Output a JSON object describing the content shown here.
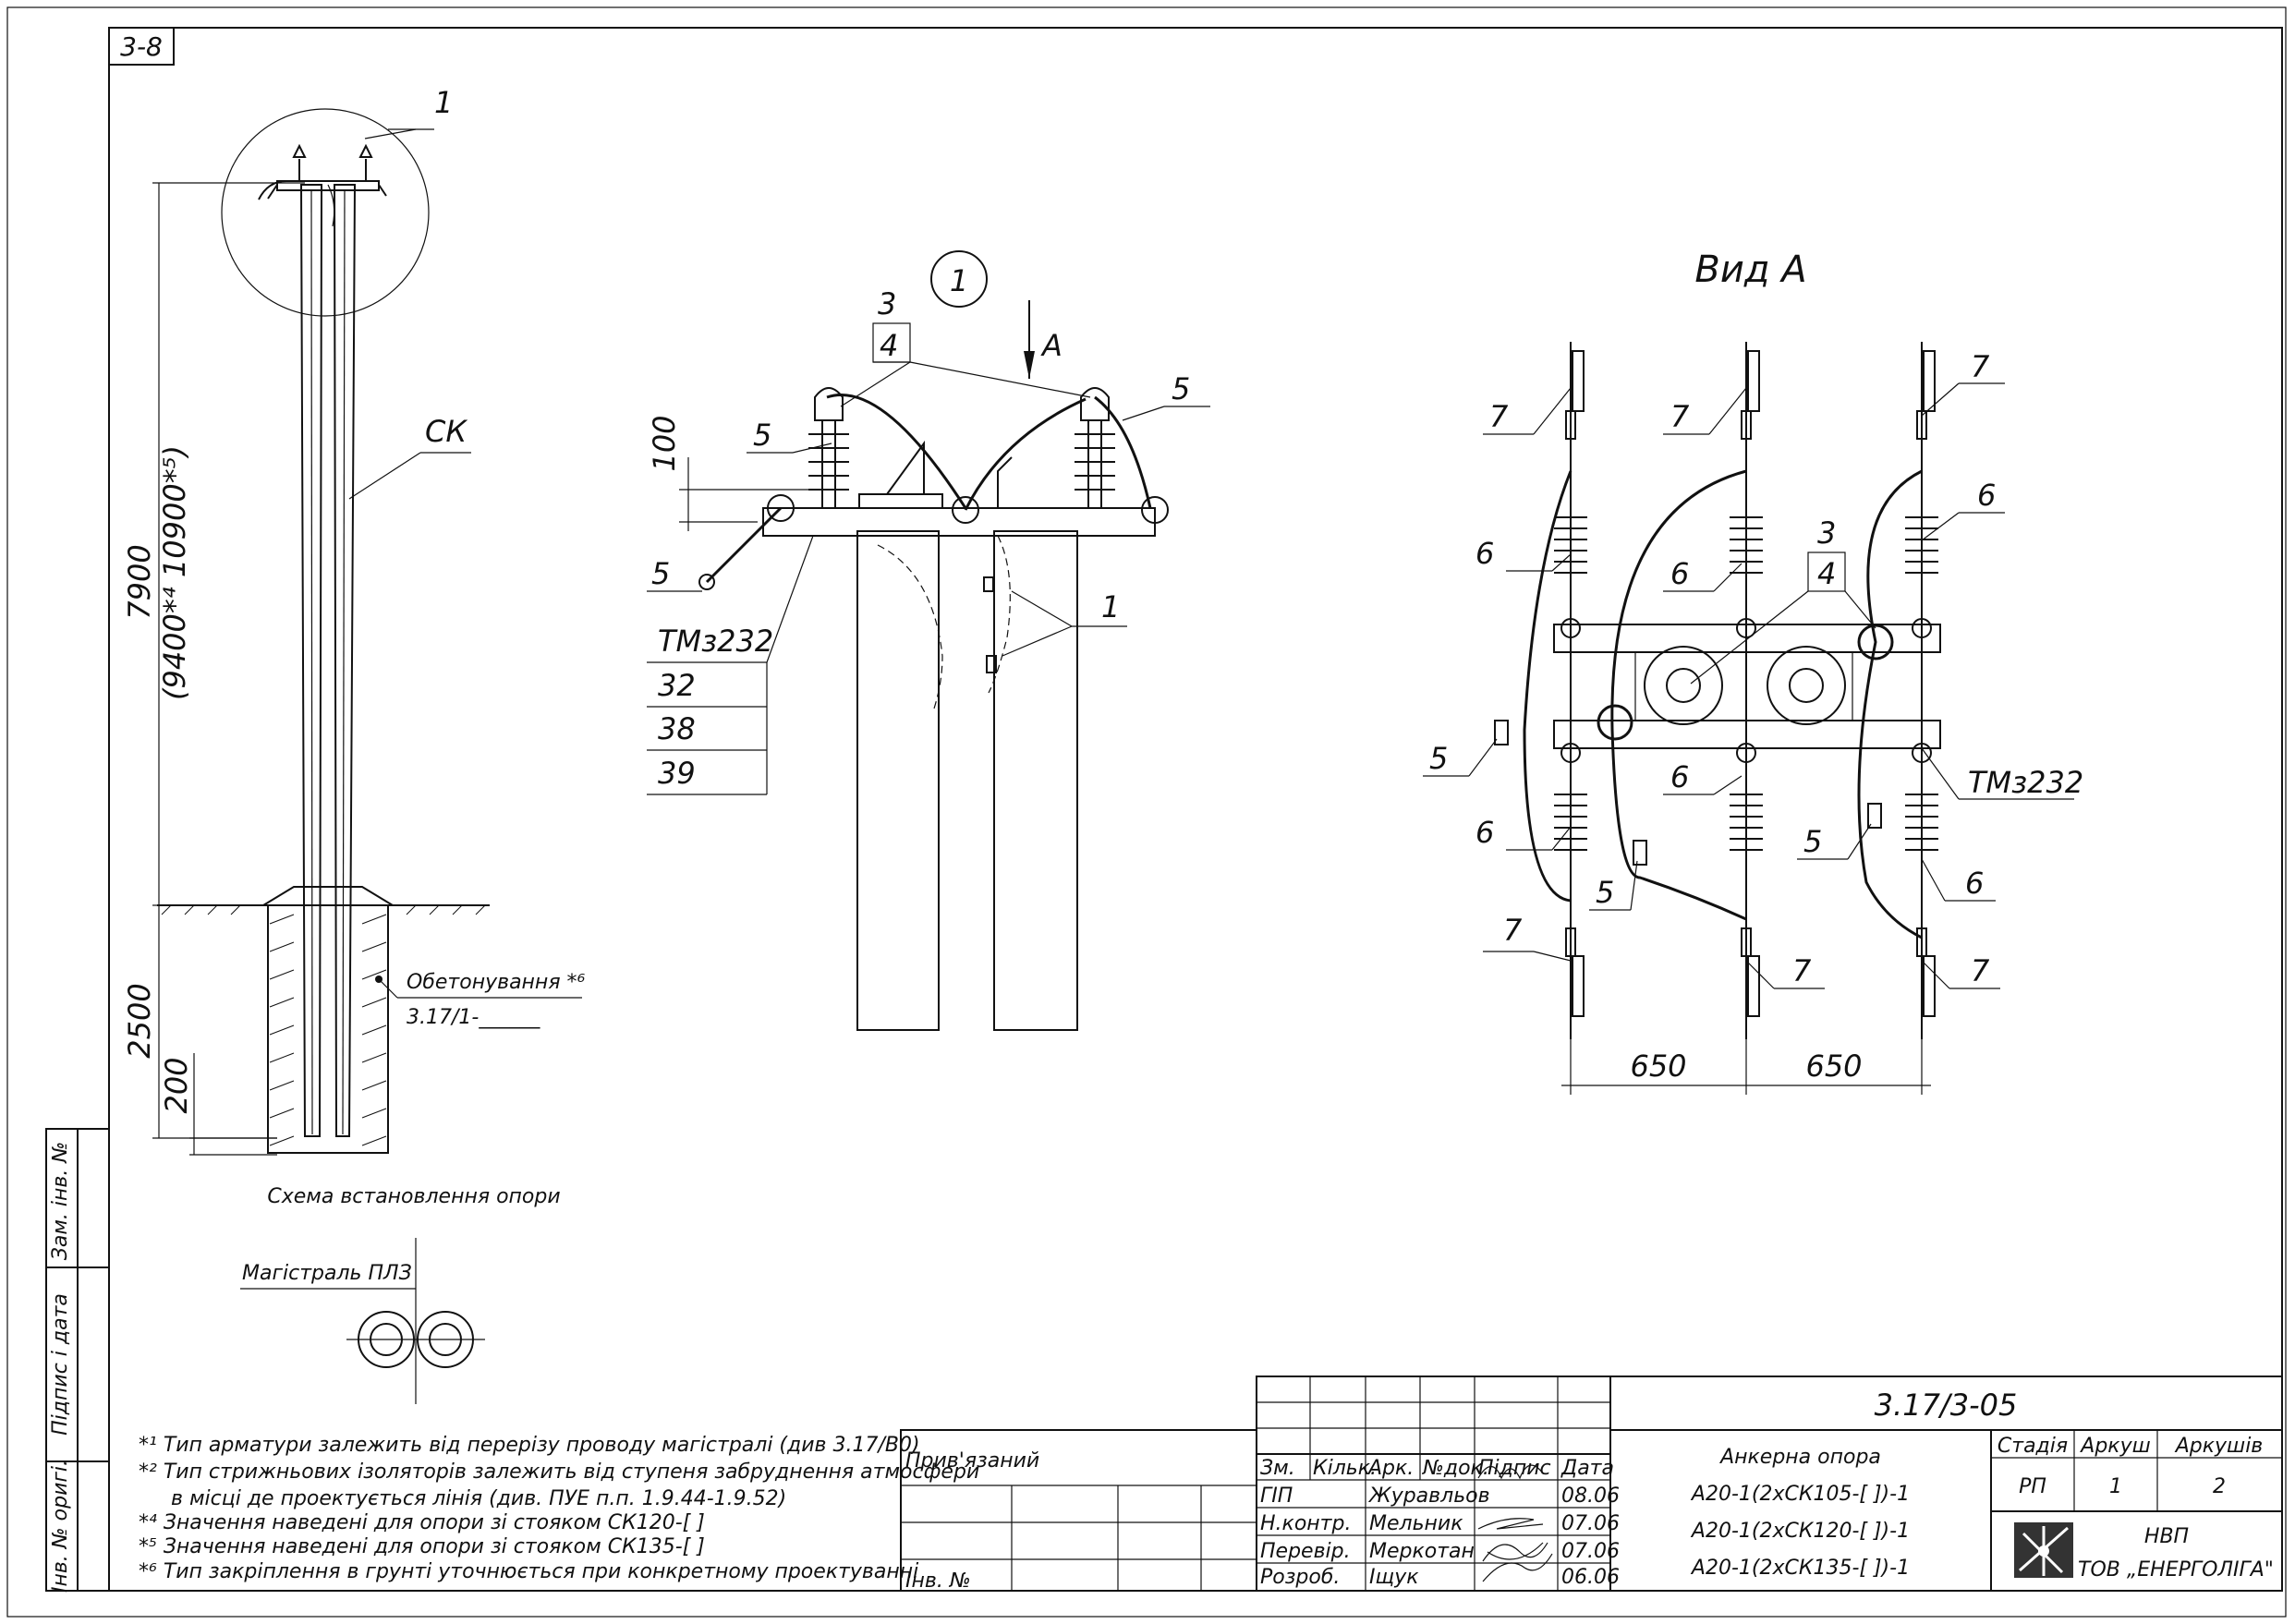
{
  "sheet_tag": "3-8",
  "left_view": {
    "caption": "Схема встановлення опори",
    "callout": "1",
    "pole_label": "СК",
    "dim_height": "7900",
    "dim_height_alt": "(9400*⁴  10900*⁵)",
    "dim_embed": "2500",
    "dim_base": "200",
    "concrete_label": "Обетонування *⁶",
    "concrete_ref": "3.17/1-______"
  },
  "detail_view": {
    "callout": "1",
    "arrow_label": "A",
    "labels": [
      "3",
      "4",
      "5",
      "5",
      "5",
      "1"
    ],
    "dim": "100",
    "legend": [
      "ТМз232",
      "32",
      "38",
      "39"
    ]
  },
  "view_a": {
    "title": "Вид А",
    "labels": {
      "l7": "7",
      "l6": "6",
      "l5": "5",
      "l3": "3",
      "l4": "4",
      "tm": "ТМз232"
    },
    "dim_left": "650",
    "dim_right": "650"
  },
  "trunk": {
    "label": "Магістраль ПЛЗ"
  },
  "notes": [
    "*¹ Тип арматури залежить від перерізу проводу магістралі (див 3.17/В0)",
    "*² Тип стрижньових ізоляторів залежить від ступеня забруднення атмосфери",
    "в місці де проектується лінія (див. ПУЕ п.п. 1.9.44-1.9.52)",
    "*⁴ Значення наведені для опори зі стояком СК120-[  ]",
    "*⁵ Значення наведені для опори зі стояком СК135-[  ]",
    "*⁶ Тип закріплення в грунті уточнюється при конкретному проектуванні"
  ],
  "side_stamp": {
    "inv_orig": "Інв. № оригі.",
    "sign_date": "Підпис і дата",
    "replace_inv": "Зам. інв. №"
  },
  "stamp": {
    "attached": "Прив'язаний",
    "inv_no": "Інв. №",
    "headers": [
      "Зм.",
      "Кільк.",
      "Арк.",
      "№док.",
      "Підпис",
      "Дата"
    ],
    "rows": [
      {
        "role": "ГІП",
        "name": "Журавльов",
        "date": "08.06"
      },
      {
        "role": "Н.контр.",
        "name": "Мельник",
        "date": "07.06"
      },
      {
        "role": "Перевір.",
        "name": "Меркотан",
        "date": "07.06"
      },
      {
        "role": "Розроб.",
        "name": "Іщук",
        "date": "06.06"
      }
    ],
    "doc_code": "3.17/3-05",
    "title_lines": [
      "Анкерна опора",
      "А20-1(2хСК105-[  ])-1",
      "А20-1(2хСК120-[  ])-1",
      "А20-1(2хСК135-[  ])-1"
    ],
    "stage_h": "Стадія",
    "sheet_h": "Аркуш",
    "sheets_h": "Аркушів",
    "stage": "РП",
    "sheet": "1",
    "sheets": "2",
    "org1": "НВП",
    "org2": "ТОВ „ЕНЕРГОЛІГА\""
  }
}
